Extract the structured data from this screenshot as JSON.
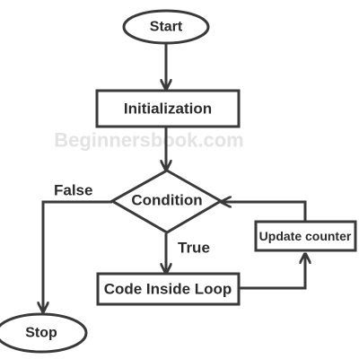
{
  "diagram": {
    "watermark": "Beginnersbook.com",
    "nodes": {
      "start": "Start",
      "initialization": "Initialization",
      "condition": "Condition",
      "code": "Code Inside Loop",
      "update": "Update counter",
      "stop": "Stop"
    },
    "edges": {
      "true_label": "True",
      "false_label": "False"
    }
  }
}
